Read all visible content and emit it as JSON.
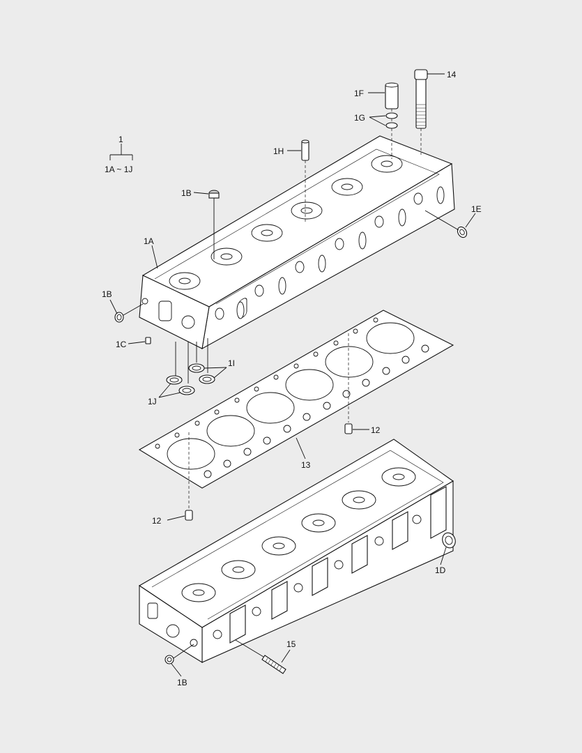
{
  "labels": {
    "assembly": "1",
    "assembly_range": "1A ~ 1J",
    "p1A": "1A",
    "p1B_top": "1B",
    "p1B_side": "1B",
    "p1B_bottom": "1B",
    "p1C": "1C",
    "p1D": "1D",
    "p1E": "1E",
    "p1F": "1F",
    "p1G": "1G",
    "p1H": "1H",
    "p1I": "1I",
    "p1J": "1J",
    "p12_upper": "12",
    "p12_lower": "12",
    "p13": "13",
    "p14": "14",
    "p15": "15"
  },
  "colors": {
    "background": "#ececec",
    "line": "#111111",
    "part_fill": "#ffffff"
  }
}
